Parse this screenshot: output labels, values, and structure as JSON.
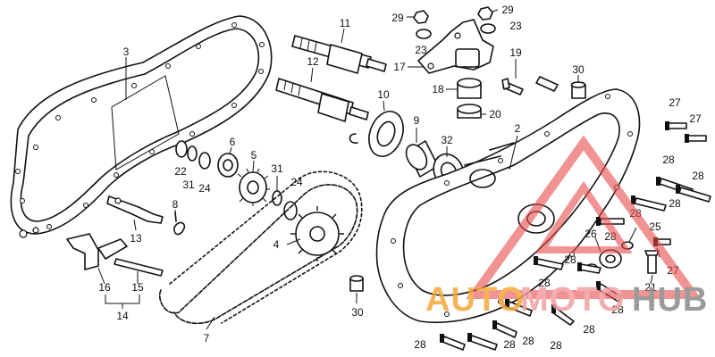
{
  "diagram": {
    "callouts": {
      "c2": "2",
      "c3": "3",
      "c4": "4",
      "c5": "5",
      "c6": "6",
      "c7": "7",
      "c8": "8",
      "c9": "9",
      "c10": "10",
      "c11": "11",
      "c12": "12",
      "c13": "13",
      "c14": "14",
      "c15": "15",
      "c16": "16",
      "c17": "17",
      "c18": "18",
      "c19": "19",
      "c20": "20",
      "c21": "21",
      "c22": "22",
      "c23a": "23",
      "c23b": "23",
      "c24a": "24",
      "c24b": "24",
      "c25": "25",
      "c26": "26",
      "c27a": "27",
      "c27b": "27",
      "c27c": "27",
      "c28a": "28",
      "c28b": "28",
      "c28c": "28",
      "c28d": "28",
      "c28e": "28",
      "c28f": "28",
      "c28g": "28",
      "c28h": "28",
      "c28i": "28",
      "c28j": "28",
      "c28k": "28",
      "c28l": "28",
      "c28m": "28",
      "c29a": "29",
      "c29b": "29",
      "c30a": "30",
      "c30b": "30",
      "c31a": "31",
      "c31b": "31",
      "c32": "32"
    }
  },
  "watermark": {
    "word_auto": "AUTO",
    "word_moto": "MOTO",
    "word_hub": "HUB",
    "colors": {
      "auto": "#f4a83c",
      "moto": "#f0a1a1",
      "hub": "#8a8a8a",
      "triangle": "#e94b4b"
    }
  }
}
